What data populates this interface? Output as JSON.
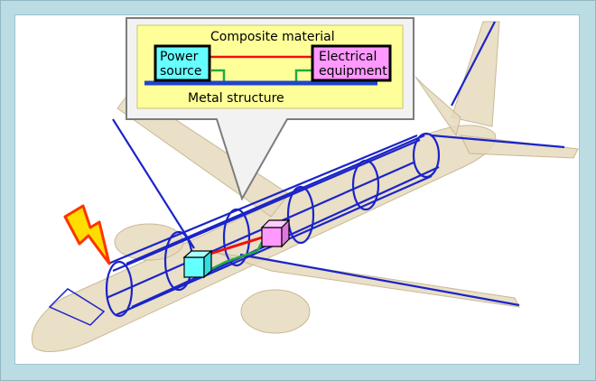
{
  "diagram": {
    "inset_title": "Composite material",
    "power_source_line1": "Power",
    "power_source_line2": "source",
    "equipment_line1": "Electrical",
    "equipment_line2": "equipment",
    "metal_structure": "Metal structure"
  },
  "colors": {
    "frame": "#bcdce4",
    "inset_fill": "#ffff99",
    "power_box": "#66ffff",
    "equipment_box": "#ff99ff",
    "wire_red": "#ee1111",
    "wire_green": "#22aa44",
    "metal_blue": "#2244cc",
    "structure_blue": "#1a24c8",
    "lightning": "#ff3300",
    "aircraft": "#e6d9bd"
  },
  "icons": [
    "lightning-bolt-icon",
    "aircraft-illustration"
  ]
}
